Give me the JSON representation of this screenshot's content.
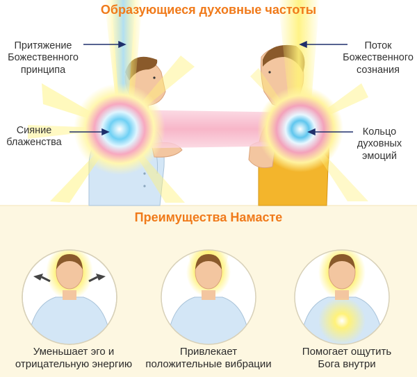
{
  "top": {
    "title": "Образующиеся духовные частоты",
    "labels": {
      "attraction": "Притяжение\nБожественного\nпринципа",
      "radiance": "Сияние\nблаженства",
      "flow": "Поток\nБожественного\nсознания",
      "ring": "Кольцо\nдуховных\nэмоций"
    }
  },
  "bottom": {
    "title": "Преимущества Намасте",
    "benefits": [
      {
        "caption": "Уменьшает эго и\nотрицательную энергию",
        "icon": "arrows-outward-icon"
      },
      {
        "caption": "Привлекает\nположительные вибрации",
        "icon": "light-beam-icon"
      },
      {
        "caption": "Помогает ощутить\nБога внутри",
        "icon": "inner-glow-icon"
      }
    ]
  },
  "colors": {
    "accent": "#f07a1a",
    "bottom_bg": "#fdf7e1",
    "ray": "#fff27a",
    "glow_blue": "#5fc6ee",
    "glow_pink": "#f4a0b7",
    "shirt_blue": "#d3e6f6",
    "shirt_yellow": "#f3b52c",
    "skin": "#f3c6a0",
    "hair": "#8a5a2b"
  }
}
